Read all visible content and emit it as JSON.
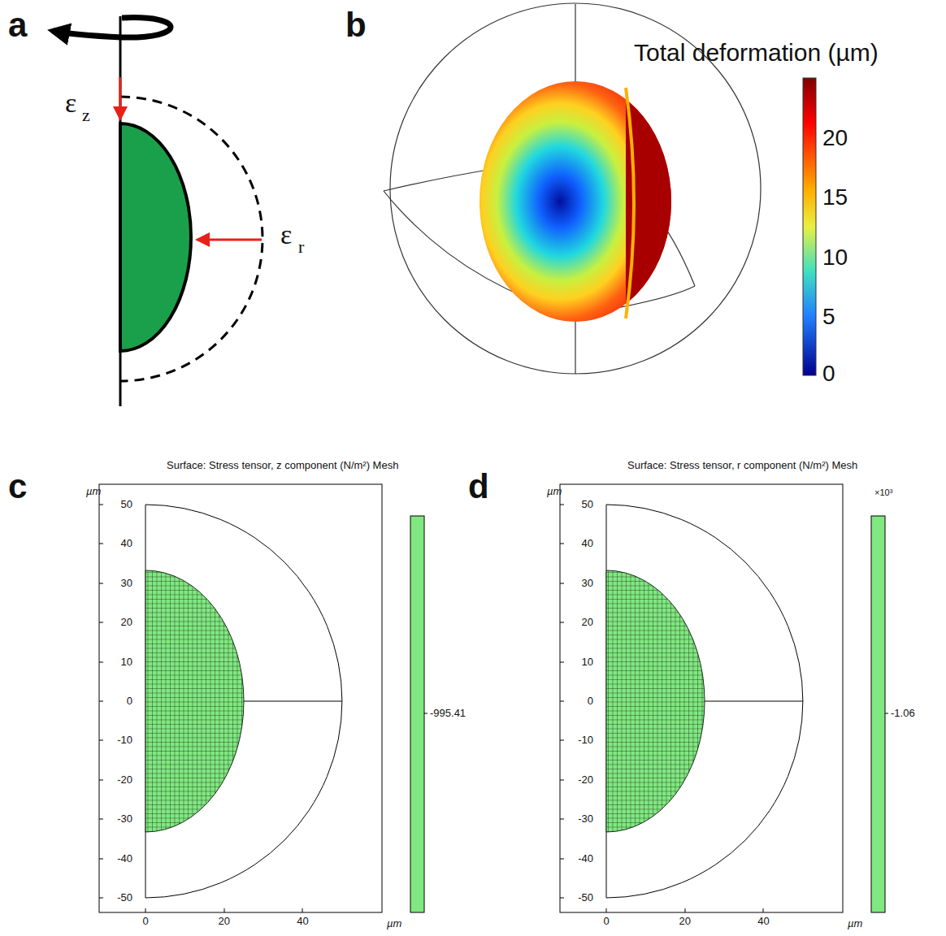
{
  "diagram": {
    "labels": [
      "a",
      "b",
      "ε",
      "z",
      "ε",
      "r",
      "Total deformation (µm)",
      "20",
      "15",
      "10",
      "5",
      "0",
      "c",
      "Surface: Stress tensor, z component (N/m²) Mesh",
      "µm",
      "50",
      "40",
      "30",
      "20",
      "10",
      "0",
      "-10",
      "-20",
      "-30",
      "-40",
      "-50",
      "0",
      "20",
      "40",
      "µm",
      "-995.41",
      "d",
      "Surface: Stress tensor, r component (N/m²) Mesh",
      "µm",
      "50",
      "40",
      "30",
      "20",
      "10",
      "0",
      "-10",
      "-20",
      "-30",
      "-40",
      "-50",
      "0",
      "20",
      "40",
      "µm",
      "×10³",
      "-1.06"
    ]
  }
}
